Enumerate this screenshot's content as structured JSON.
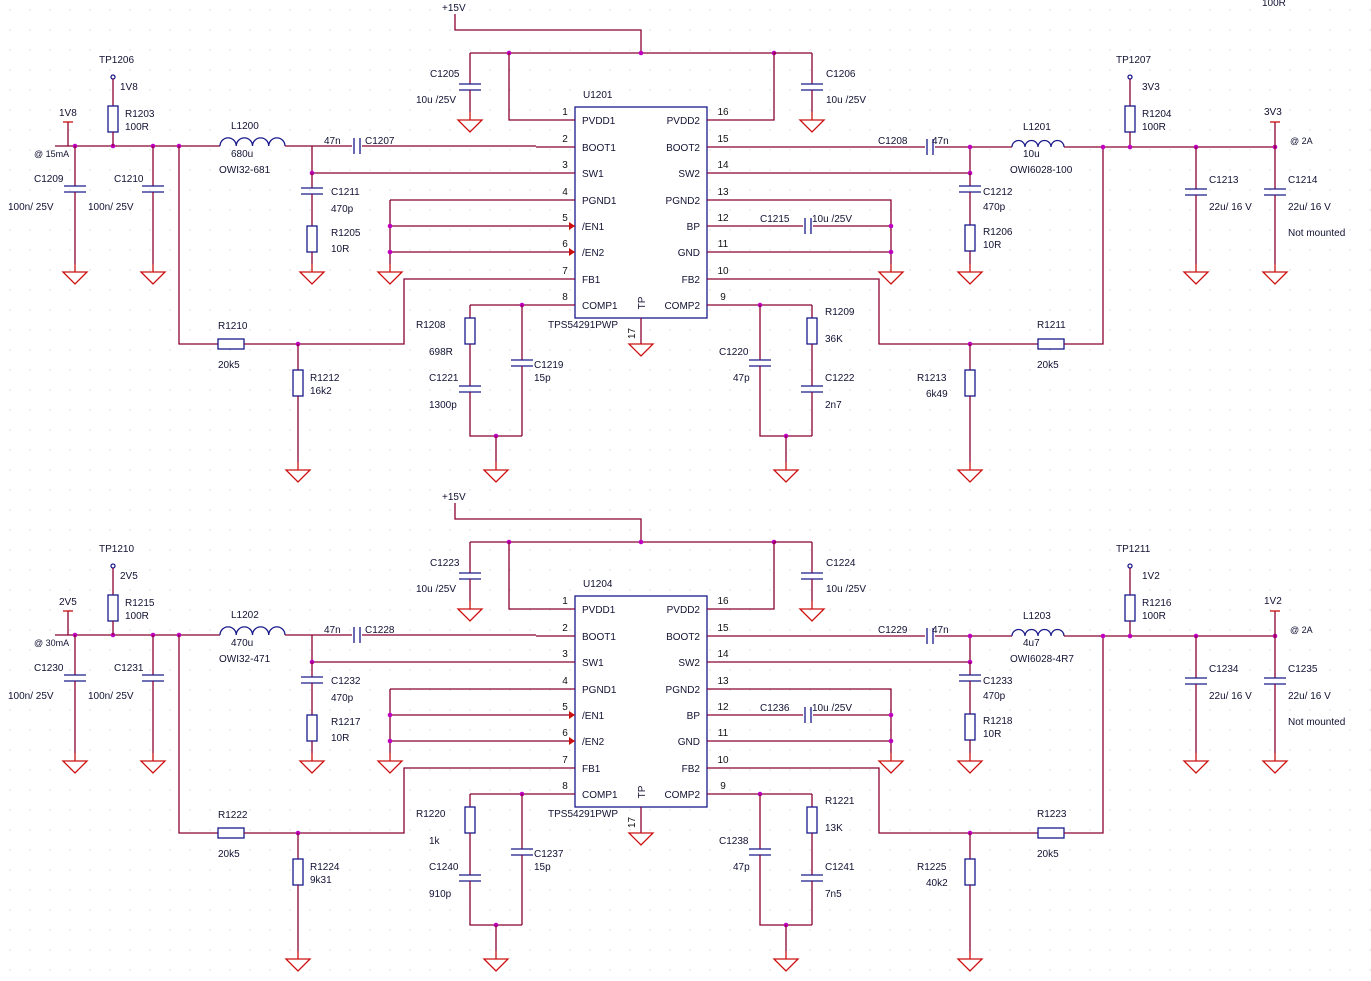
{
  "corner_text": "100R",
  "blocks": [
    {
      "ic": {
        "ref": "U1201",
        "part": "TPS54291PWP",
        "tp": "TP",
        "pin17": "17"
      },
      "supply": "+15V",
      "left_pins": [
        {
          "num": "1",
          "name": "PVDD1"
        },
        {
          "num": "2",
          "name": "BOOT1"
        },
        {
          "num": "3",
          "name": "SW1"
        },
        {
          "num": "4",
          "name": "PGND1"
        },
        {
          "num": "5",
          "name": "/EN1"
        },
        {
          "num": "6",
          "name": "/EN2"
        },
        {
          "num": "7",
          "name": "FB1"
        },
        {
          "num": "8",
          "name": "COMP1"
        }
      ],
      "right_pins": [
        {
          "num": "16",
          "name": "PVDD2"
        },
        {
          "num": "15",
          "name": "BOOT2"
        },
        {
          "num": "14",
          "name": "SW2"
        },
        {
          "num": "13",
          "name": "PGND2"
        },
        {
          "num": "12",
          "name": "BP"
        },
        {
          "num": "11",
          "name": "GND"
        },
        {
          "num": "10",
          "name": "FB2"
        },
        {
          "num": "9",
          "name": "COMP2"
        }
      ],
      "labels": {
        "c_in_l_ref": "C1205",
        "c_in_l_val": "10u /25V",
        "c_in_r_ref": "C1206",
        "c_in_r_val": "10u /25V",
        "tp_l": "TP1206",
        "tp_l_net": "1V8",
        "r_tp_l_ref": "R1203",
        "r_tp_l_val": "100R",
        "out_l_net": "1V8",
        "out_l_cur": "@ 15mA",
        "c_out_l1_ref": "C1209",
        "c_out_l1_val": "100n/ 25V",
        "c_out_l2_ref": "C1210",
        "c_out_l2_val": "100n/ 25V",
        "l_l_ref": "L1200",
        "l_l_val": "680u",
        "l_l_part": "OWI32-681",
        "c_boot_l_val": "47n",
        "c_boot_l_ref": "C1207",
        "c_sn_l_ref": "C1211",
        "c_sn_l_val": "470p",
        "r_sn_l_ref": "R1205",
        "r_sn_l_val": "10R",
        "r_fb_l_top_ref": "R1210",
        "r_fb_l_top_val": "20k5",
        "r_fb_l_bot_ref": "R1212",
        "r_fb_l_bot_val": "16k2",
        "comp_l_r_ref": "R1208",
        "comp_l_r_val": "698R",
        "comp_l_c1_ref": "C1221",
        "comp_l_c1_val": "1300p",
        "comp_l_c2_ref": "C1219",
        "comp_l_c2_val": "15p",
        "comp_r_c1_ref": "C1220",
        "comp_r_c1_val": "47p",
        "comp_r_r_ref": "R1209",
        "comp_r_r_val": "36K",
        "comp_r_c2_ref": "C1222",
        "comp_r_c2_val": "2n7",
        "r_fb_r_bot_ref": "R1213",
        "r_fb_r_bot_val": "6k49",
        "r_fb_r_top_ref": "R1211",
        "r_fb_r_top_val": "20k5",
        "c_boot_r_ref": "C1208",
        "c_boot_r_val": "47n",
        "l_r_ref": "L1201",
        "l_r_val": "10u",
        "l_r_part": "OWI6028-100",
        "c_sn_r_ref": "C1212",
        "c_sn_r_val": "470p",
        "r_sn_r_ref": "R1206",
        "r_sn_r_val": "10R",
        "c_bp_ref": "C1215",
        "c_bp_val": "10u /25V",
        "tp_r": "TP1207",
        "tp_r_net": "3V3",
        "r_tp_r_ref": "R1204",
        "r_tp_r_val": "100R",
        "out_r_net": "3V3",
        "out_r_cur": "@ 2A",
        "c_out_r1_ref": "C1213",
        "c_out_r1_val": "22u/ 16 V",
        "c_out_r2_ref": "C1214",
        "c_out_r2_val": "22u/ 16 V",
        "c_out_r2_note": "Not mounted"
      }
    },
    {
      "ic": {
        "ref": "U1204",
        "part": "TPS54291PWP",
        "tp": "TP",
        "pin17": "17"
      },
      "supply": "+15V",
      "left_pins": [
        {
          "num": "1",
          "name": "PVDD1"
        },
        {
          "num": "2",
          "name": "BOOT1"
        },
        {
          "num": "3",
          "name": "SW1"
        },
        {
          "num": "4",
          "name": "PGND1"
        },
        {
          "num": "5",
          "name": "/EN1"
        },
        {
          "num": "6",
          "name": "/EN2"
        },
        {
          "num": "7",
          "name": "FB1"
        },
        {
          "num": "8",
          "name": "COMP1"
        }
      ],
      "right_pins": [
        {
          "num": "16",
          "name": "PVDD2"
        },
        {
          "num": "15",
          "name": "BOOT2"
        },
        {
          "num": "14",
          "name": "SW2"
        },
        {
          "num": "13",
          "name": "PGND2"
        },
        {
          "num": "12",
          "name": "BP"
        },
        {
          "num": "11",
          "name": "GND"
        },
        {
          "num": "10",
          "name": "FB2"
        },
        {
          "num": "9",
          "name": "COMP2"
        }
      ],
      "labels": {
        "c_in_l_ref": "C1223",
        "c_in_l_val": "10u /25V",
        "c_in_r_ref": "C1224",
        "c_in_r_val": "10u /25V",
        "tp_l": "TP1210",
        "tp_l_net": "2V5",
        "r_tp_l_ref": "R1215",
        "r_tp_l_val": "100R",
        "out_l_net": "2V5",
        "out_l_cur": "@ 30mA",
        "c_out_l1_ref": "C1230",
        "c_out_l1_val": "100n/ 25V",
        "c_out_l2_ref": "C1231",
        "c_out_l2_val": "100n/ 25V",
        "l_l_ref": "L1202",
        "l_l_val": "470u",
        "l_l_part": "OWI32-471",
        "c_boot_l_val": "47n",
        "c_boot_l_ref": "C1228",
        "c_sn_l_ref": "C1232",
        "c_sn_l_val": "470p",
        "r_sn_l_ref": "R1217",
        "r_sn_l_val": "10R",
        "r_fb_l_top_ref": "R1222",
        "r_fb_l_top_val": "20k5",
        "r_fb_l_bot_ref": "R1224",
        "r_fb_l_bot_val": "9k31",
        "comp_l_r_ref": "R1220",
        "comp_l_r_val": "1k",
        "comp_l_c1_ref": "C1240",
        "comp_l_c1_val": "910p",
        "comp_l_c2_ref": "C1237",
        "comp_l_c2_val": "15p",
        "comp_r_c1_ref": "C1238",
        "comp_r_c1_val": "47p",
        "comp_r_r_ref": "R1221",
        "comp_r_r_val": "13K",
        "comp_r_c2_ref": "C1241",
        "comp_r_c2_val": "7n5",
        "r_fb_r_bot_ref": "R1225",
        "r_fb_r_bot_val": "40k2",
        "r_fb_r_top_ref": "R1223",
        "r_fb_r_top_val": "20k5",
        "c_boot_r_ref": "C1229",
        "c_boot_r_val": "47n",
        "l_r_ref": "L1203",
        "l_r_val": "4u7",
        "l_r_part": "OWI6028-4R7",
        "c_sn_r_ref": "C1233",
        "c_sn_r_val": "470p",
        "r_sn_r_ref": "R1218",
        "r_sn_r_val": "10R",
        "c_bp_ref": "C1236",
        "c_bp_val": "10u /25V",
        "tp_r": "TP1211",
        "tp_r_net": "1V2",
        "r_tp_r_ref": "R1216",
        "r_tp_r_val": "100R",
        "out_r_net": "1V2",
        "out_r_cur": "@ 2A",
        "c_out_r1_ref": "C1234",
        "c_out_r1_val": "22u/ 16 V",
        "c_out_r2_ref": "C1235",
        "c_out_r2_val": "22u/ 16 V",
        "c_out_r2_note": "Not mounted"
      }
    }
  ]
}
